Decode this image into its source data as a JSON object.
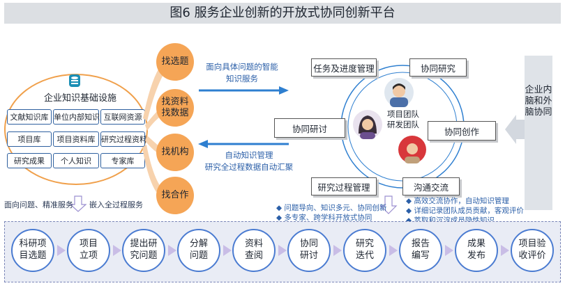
{
  "title": "图6  服务企业创新的开放式协同创新平台",
  "knowledge_base": {
    "title": "企业知识基础设施",
    "cells": [
      "文献知识库",
      "单位内部知识",
      "互联网资源",
      "项目库",
      "项目资料库",
      "研究过程资料",
      "研究成果",
      "个人知识",
      "专家库"
    ]
  },
  "search_actions": [
    "找选题",
    "找资料\n找数据",
    "找机构",
    "找合作"
  ],
  "arrow_labels": {
    "top": "面向具体问题的智能\n知识服务",
    "bottom": "自动知识管理\n研究全过程数据自动汇聚"
  },
  "left_bottom_text": {
    "left": "面向问题、精准服务",
    "right": "嵌入全过程服务"
  },
  "team": {
    "center": "项目团队\n研发团队",
    "boxes": [
      "任务及进度管理",
      "协同研究",
      "协同研讨",
      "协同创作",
      "研究过程管理",
      "沟通交流"
    ]
  },
  "right_vertical": "企业内脑和外脑协同",
  "bullets_left": [
    "问题导向、知识多元、协同创新",
    "多专家、跨学科开放式协同"
  ],
  "bullets_right": [
    "高效交流协作，自动知识管理",
    "详细记录团队成员贡献，客观评价",
    "萃取和沉淀成员隐性知识"
  ],
  "process_steps": [
    "科研项\n目选题",
    "项目\n立项",
    "提出研\n究问题",
    "分解\n问题",
    "资料\n查阅",
    "协同\n研讨",
    "研究\n迭代",
    "报告\n编写",
    "成果\n发布",
    "项目验\n收评价"
  ],
  "colors": {
    "accent_orange": "#f5a556",
    "accent_blue": "#2d5f9e",
    "arrow_blue": "#2e7fd0"
  }
}
